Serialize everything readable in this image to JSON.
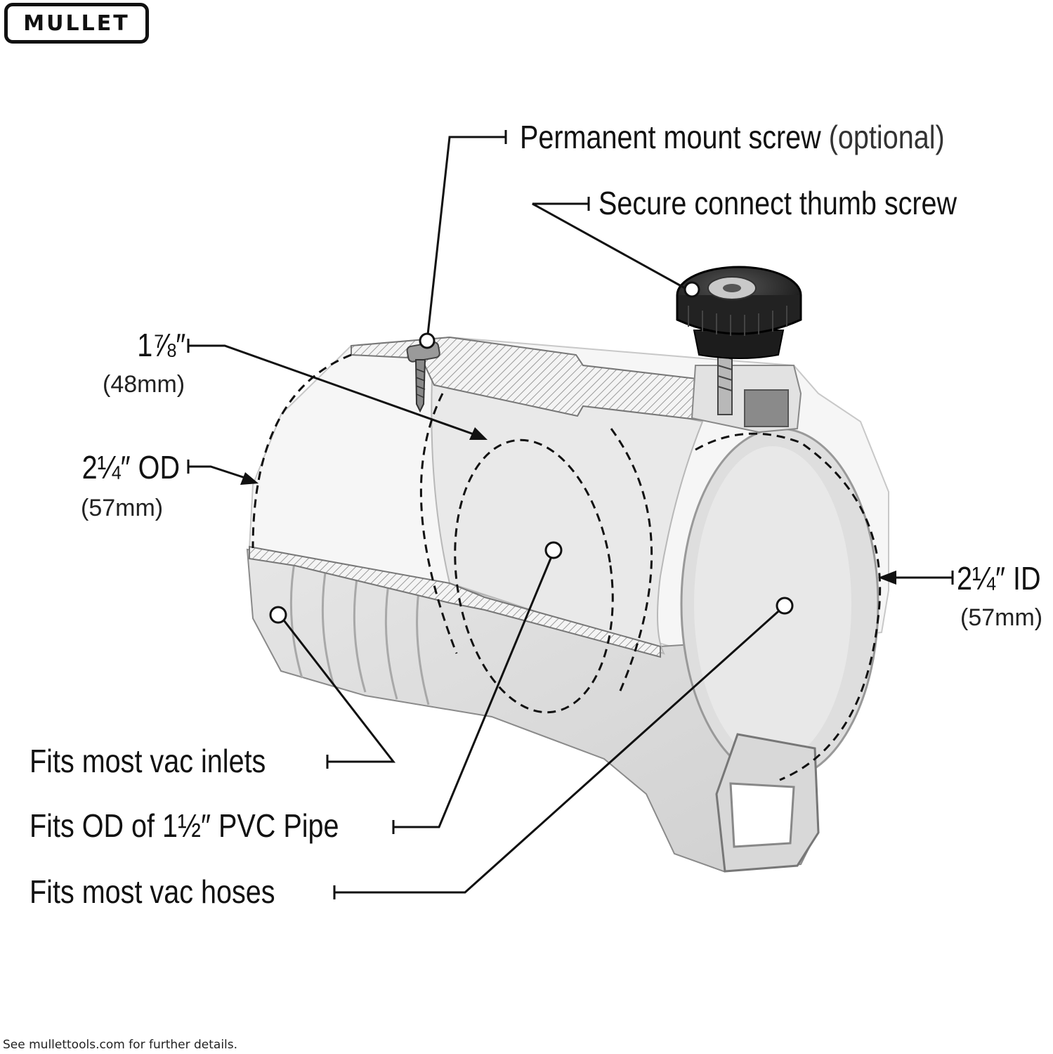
{
  "brand": {
    "logo_text": "MULLET"
  },
  "labels": {
    "mount_screw": "Permanent mount screw",
    "mount_screw_note": "(optional)",
    "thumb_screw": "Secure connect thumb screw",
    "thickness": "1⅞″",
    "thickness_mm": "(48mm)",
    "od": "2¼″ OD",
    "od_mm": "(57mm)",
    "id": "2¼″ ID",
    "id_mm": "(57mm)",
    "vac_inlets": "Fits most vac inlets",
    "pvc_pipe": "Fits OD of 1½″ PVC Pipe",
    "vac_hoses": "Fits most vac hoses"
  },
  "footer": {
    "text": "See mullettools.com for further details."
  }
}
